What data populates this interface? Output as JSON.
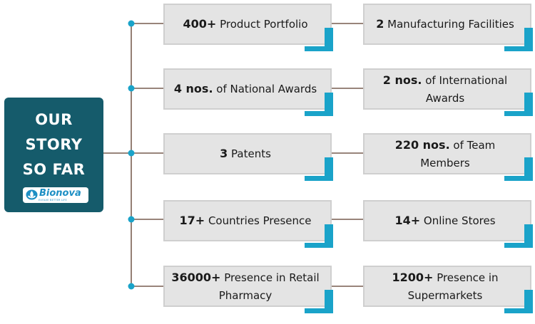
{
  "title_card": {
    "lines": [
      "OUR",
      "STORY",
      "SO FAR"
    ],
    "logo_name": "Bionova",
    "logo_tagline": "EVOLVE BETTER LIFE"
  },
  "colors": {
    "card": "#155b6b",
    "accent": "#1aa3c9",
    "box_fill": "#e4e4e4",
    "connector": "#5a3a2a",
    "node": "#1aa3c9"
  },
  "facts": [
    {
      "bold": "400+",
      "text": "Product Portfolio"
    },
    {
      "bold": "2",
      "text": "Manufacturing Facilities"
    },
    {
      "bold": "4 nos.",
      "text": "of National Awards"
    },
    {
      "bold": "2 nos.",
      "text": "of International Awards"
    },
    {
      "bold": "3",
      "text": "Patents"
    },
    {
      "bold": "220 nos.",
      "text": "of Team Members"
    },
    {
      "bold": "17+",
      "text": "Countries Presence"
    },
    {
      "bold": "14+",
      "text": "Online Stores"
    },
    {
      "bold": "36000+",
      "text": "Presence in Retail Pharmacy"
    },
    {
      "bold": "1200+",
      "text": "Presence in Supermarkets"
    }
  ]
}
